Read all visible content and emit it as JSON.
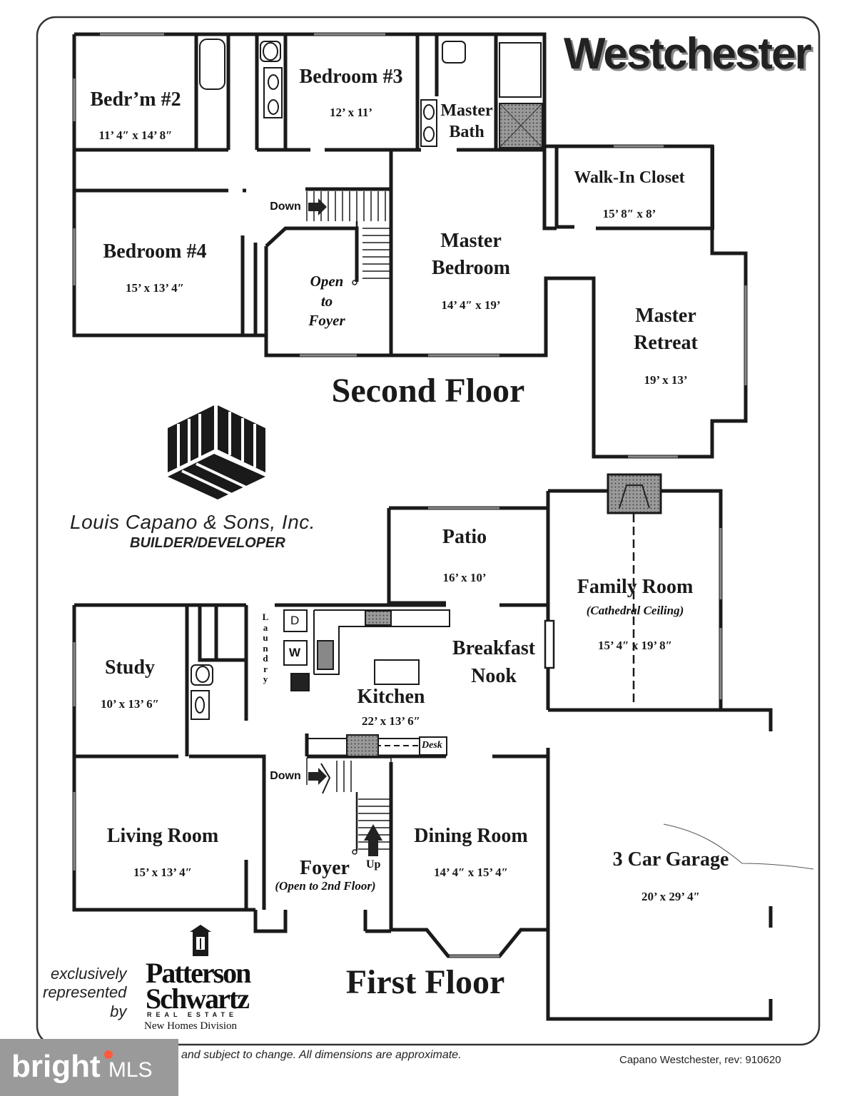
{
  "title": "Westchester",
  "floors": {
    "second": "Second Floor",
    "first": "First Floor"
  },
  "rooms": {
    "bedroom2": {
      "name": "Bedr’m #2",
      "dims": "11’ 4″ x 14’ 8″"
    },
    "bedroom3": {
      "name": "Bedroom #3",
      "dims": "12’ x 11’"
    },
    "master_bath": {
      "line1": "Master",
      "line2": "Bath"
    },
    "walk_in_closet": {
      "name": "Walk-In Closet",
      "dims": "15’ 8″ x 8’"
    },
    "bedroom4": {
      "name": "Bedroom #4",
      "dims": "15’ x 13’ 4″"
    },
    "open_to_foyer": {
      "line1": "Open",
      "line2": "to",
      "line3": "Foyer"
    },
    "master_bedroom": {
      "line1": "Master",
      "line2": "Bedroom",
      "dims": "14’ 4″ x 19’"
    },
    "master_retreat": {
      "line1": "Master",
      "line2": "Retreat",
      "dims": "19’ x 13’"
    },
    "patio": {
      "name": "Patio",
      "dims": "16’ x 10’"
    },
    "family_room": {
      "name": "Family Room",
      "note": "(Cathedral Ceiling)",
      "dims": "15’ 4″ x 19’ 8″"
    },
    "study": {
      "name": "Study",
      "dims": "10’ x 13’ 6″"
    },
    "laundry": {
      "letters": [
        "L",
        "a",
        "u",
        "n",
        "d",
        "r",
        "y"
      ],
      "dryer": "D",
      "washer": "W"
    },
    "breakfast_nook": {
      "line1": "Breakfast",
      "line2": "Nook"
    },
    "kitchen": {
      "name": "Kitchen",
      "dims": "22’ x 13’ 6″",
      "desk": "Desk"
    },
    "living_room": {
      "name": "Living Room",
      "dims": "15’ x 13’ 4″"
    },
    "dining_room": {
      "name": "Dining Room",
      "dims": "14’ 4″ x 15’ 4″"
    },
    "foyer": {
      "name": "Foyer",
      "note": "(Open to 2nd Floor)"
    },
    "garage": {
      "name": "3 Car Garage",
      "dims": "20’ x 29’ 4″"
    }
  },
  "stairs": {
    "down_upper": "Down",
    "down_lower": "Down",
    "up": "Up"
  },
  "builder": {
    "name": "Louis Capano & Sons, Inc.",
    "role": "BUILDER/DEVELOPER"
  },
  "representation": {
    "line1": "exclusively",
    "line2": "represented",
    "line3": "by",
    "agency_line1": "Patterson",
    "agency_line2": "Schwartz",
    "agency_tag": "REAL ESTATE",
    "division": "New Homes Division"
  },
  "footer": {
    "disclaimer": "and subject to change. All dimensions are approximate.",
    "revision": "Capano Westchester, rev: 910620"
  },
  "watermark": {
    "brand": "bright",
    "suffix": "MLS"
  },
  "colors": {
    "wall": "#1a1a1a",
    "fixture": "#6a6a6a",
    "watermark_bg": "#9a9a9a",
    "watermark_dot": "#ff5a3c"
  }
}
